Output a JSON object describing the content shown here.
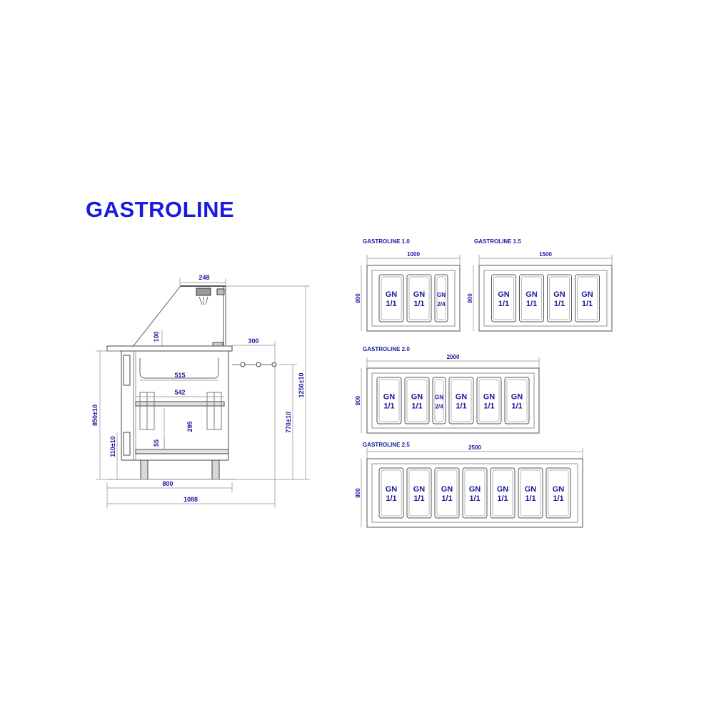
{
  "title": "GASTROLINE",
  "side_view": {
    "dims": {
      "top_width": "248",
      "hood": "100",
      "overhang": "300",
      "inner_top": "515",
      "inner_mid": "542",
      "shelf_gap": "295",
      "base_gap": "55",
      "depth": "800",
      "total_depth": "1088",
      "counter_height": "850±10",
      "low_height": "110±10",
      "mid_height": "770±10",
      "total_height": "1250±10"
    }
  },
  "modules": [
    {
      "label": "GASTROLINE 1.0",
      "width": "1000",
      "depth": "800",
      "pans": [
        {
          "l1": "GN",
          "l2": "1/1"
        },
        {
          "l1": "GN",
          "l2": "1/1"
        },
        {
          "l1": "GN",
          "l2": "2/4"
        }
      ]
    },
    {
      "label": "GASTROLINE 1.5",
      "width": "1500",
      "depth": "800",
      "pans": [
        {
          "l1": "GN",
          "l2": "1/1"
        },
        {
          "l1": "GN",
          "l2": "1/1"
        },
        {
          "l1": "GN",
          "l2": "1/1"
        },
        {
          "l1": "GN",
          "l2": "1/1"
        }
      ]
    },
    {
      "label": "GASTROLINE 2.0",
      "width": "2000",
      "depth": "800",
      "pans": [
        {
          "l1": "GN",
          "l2": "1/1"
        },
        {
          "l1": "GN",
          "l2": "1/1"
        },
        {
          "l1": "GN",
          "l2": "2/4"
        },
        {
          "l1": "GN",
          "l2": "1/1"
        },
        {
          "l1": "GN",
          "l2": "1/1"
        },
        {
          "l1": "GN",
          "l2": "1/1"
        }
      ]
    },
    {
      "label": "GASTROLINE 2.5",
      "width": "2500",
      "depth": "800",
      "pans": [
        {
          "l1": "GN",
          "l2": "1/1"
        },
        {
          "l1": "GN",
          "l2": "1/1"
        },
        {
          "l1": "GN",
          "l2": "1/1"
        },
        {
          "l1": "GN",
          "l2": "1/1"
        },
        {
          "l1": "GN",
          "l2": "1/1"
        },
        {
          "l1": "GN",
          "l2": "1/1"
        },
        {
          "l1": "GN",
          "l2": "1/1"
        }
      ]
    }
  ]
}
